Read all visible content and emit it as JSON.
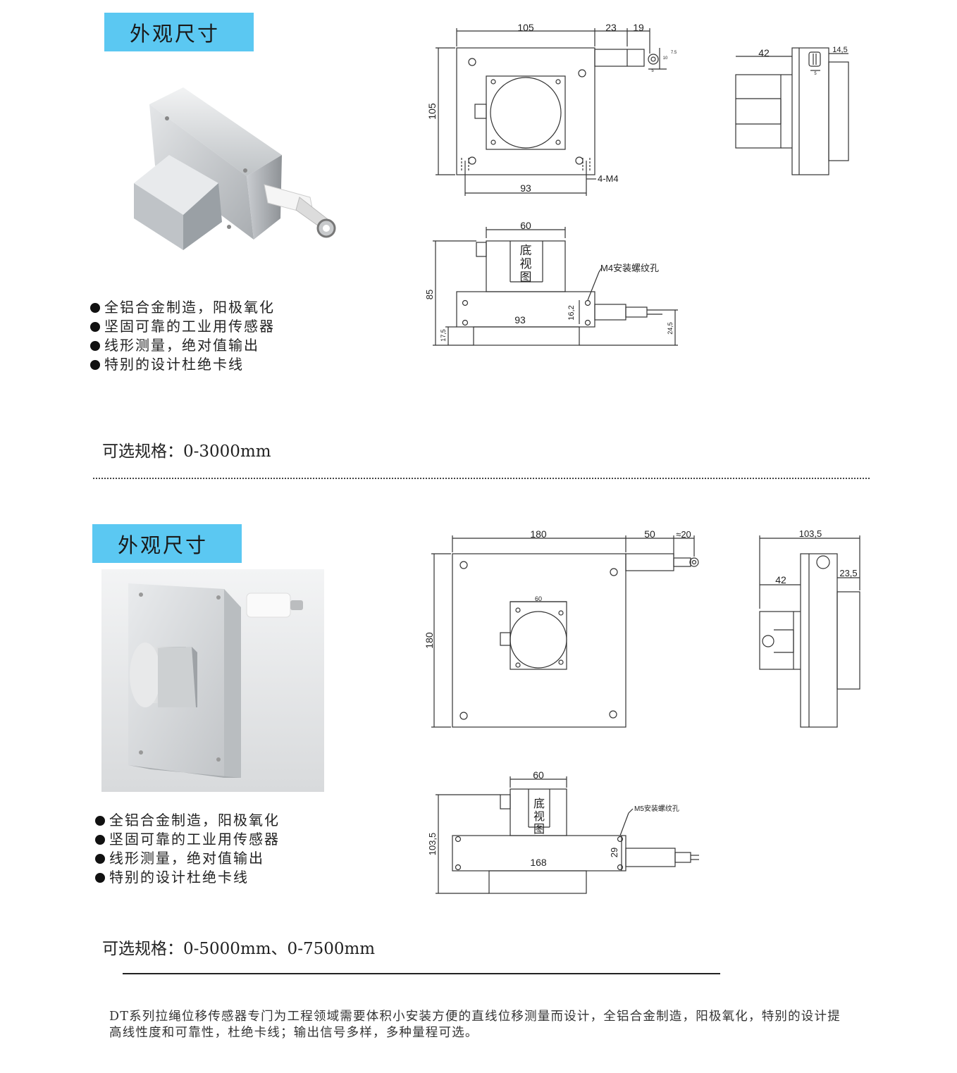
{
  "section1": {
    "tag": "外观尺寸",
    "bullets": [
      "全铝合金制造，阳极氧化",
      "坚固可靠的工业用传感器",
      "线形测量，绝对值输出",
      "特别的设计杜绝卡线"
    ],
    "spec": "可选规格：0-3000mm",
    "front": {
      "w": "105",
      "ext1": "23",
      "ext2": "19",
      "h": "105",
      "holes_w": "93",
      "screw": "4-M4",
      "s1": "5",
      "s2": "10",
      "s3": "7.5"
    },
    "side": {
      "d": "42",
      "t": "14,5",
      "s": "5"
    },
    "bottom": {
      "w": "60",
      "title": [
        "底",
        "视",
        "图"
      ],
      "screw": "M4安装螺纹孔",
      "h": "85",
      "holes": "93",
      "hd": "16,2",
      "base": "17,5",
      "cable": "24,5"
    }
  },
  "section2": {
    "tag": "外观尺寸",
    "bullets": [
      "全铝合金制造，阳极氧化",
      "坚固可靠的工业用传感器",
      "线形测量，绝对值输出",
      "特别的设计杜绝卡线"
    ],
    "spec": "可选规格：0-5000mm、0-7500mm",
    "front": {
      "w": "180",
      "ext1": "50",
      "ext2": "≈20",
      "h": "180",
      "inner": "60"
    },
    "side": {
      "total": "103,5",
      "d": "42",
      "t": "23,5"
    },
    "bottom": {
      "w": "60",
      "title": [
        "底",
        "视",
        "图"
      ],
      "screw": "M5安装螺纹孔",
      "h": "103,5",
      "holes": "168",
      "hd": "29"
    }
  },
  "description": "DT系列拉绳位移传感器专门为工程领域需要体积小安装方便的直线位移测量而设计，全铝合金制造，阳极氧化，特别的设计提高线性度和可靠性，杜绝卡线；输出信号多样，多种量程可选。"
}
